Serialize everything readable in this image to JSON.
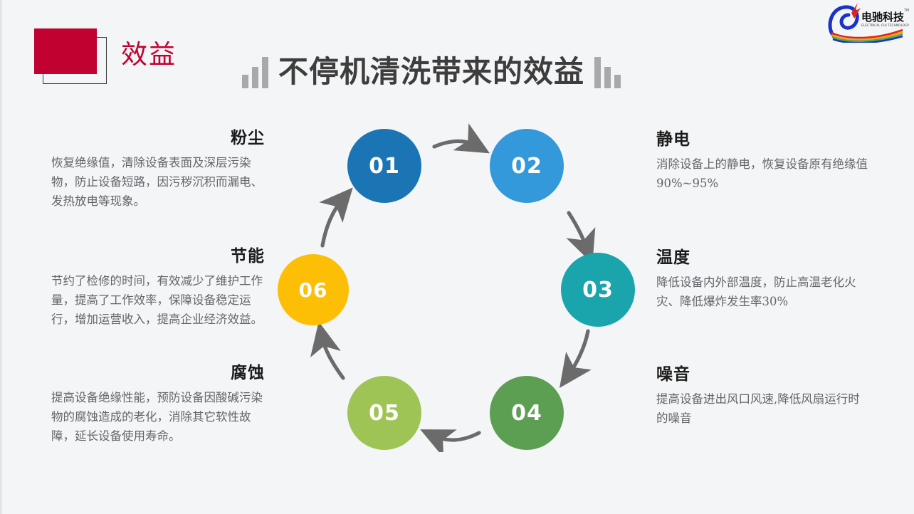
{
  "header": {
    "badge_label": "效益",
    "title": "不停机清洗带来的效益",
    "accent_red": "#c10130",
    "title_color": "#3d3d3d"
  },
  "logo": {
    "name_cn": "电驰科技",
    "name_en": "ELECTRICAL CHI TECHNOLOGY",
    "trademark": "TM"
  },
  "wheel": {
    "nodes": [
      {
        "num": "01",
        "color": "#1b75b5"
      },
      {
        "num": "02",
        "color": "#3399db"
      },
      {
        "num": "03",
        "color": "#19a5ab"
      },
      {
        "num": "04",
        "color": "#5c9f52"
      },
      {
        "num": "05",
        "color": "#9fc456"
      },
      {
        "num": "06",
        "color": "#fcbf06"
      }
    ],
    "arrow_color": "#6b6b6b"
  },
  "blocks": {
    "left": [
      {
        "head": "粉尘",
        "body": "恢复绝缘值，清除设备表面及深层污染物，防止设备短路，因污秽沉积而漏电、发热放电等现象。"
      },
      {
        "head": "节能",
        "body": "节约了检修的时间，有效减少了维护工作量，提高了工作效率，保障设备稳定运行，增加运营收入，提高企业经济效益。"
      },
      {
        "head": "腐蚀",
        "body": "提高设备绝缘性能，预防设备因酸碱污染物的腐蚀造成的老化，消除其它软性故障，延长设备使用寿命。"
      }
    ],
    "right": [
      {
        "head": "静电",
        "body": "消除设备上的静电，恢复设备原有绝缘值90%~95%"
      },
      {
        "head": "温度",
        "body": "降低设备内外部温度，防止高温老化火灾、降低爆炸发生率30%"
      },
      {
        "head": "噪音",
        "body": "提高设备进出风口风速,降低风扇运行时的噪音"
      }
    ]
  }
}
